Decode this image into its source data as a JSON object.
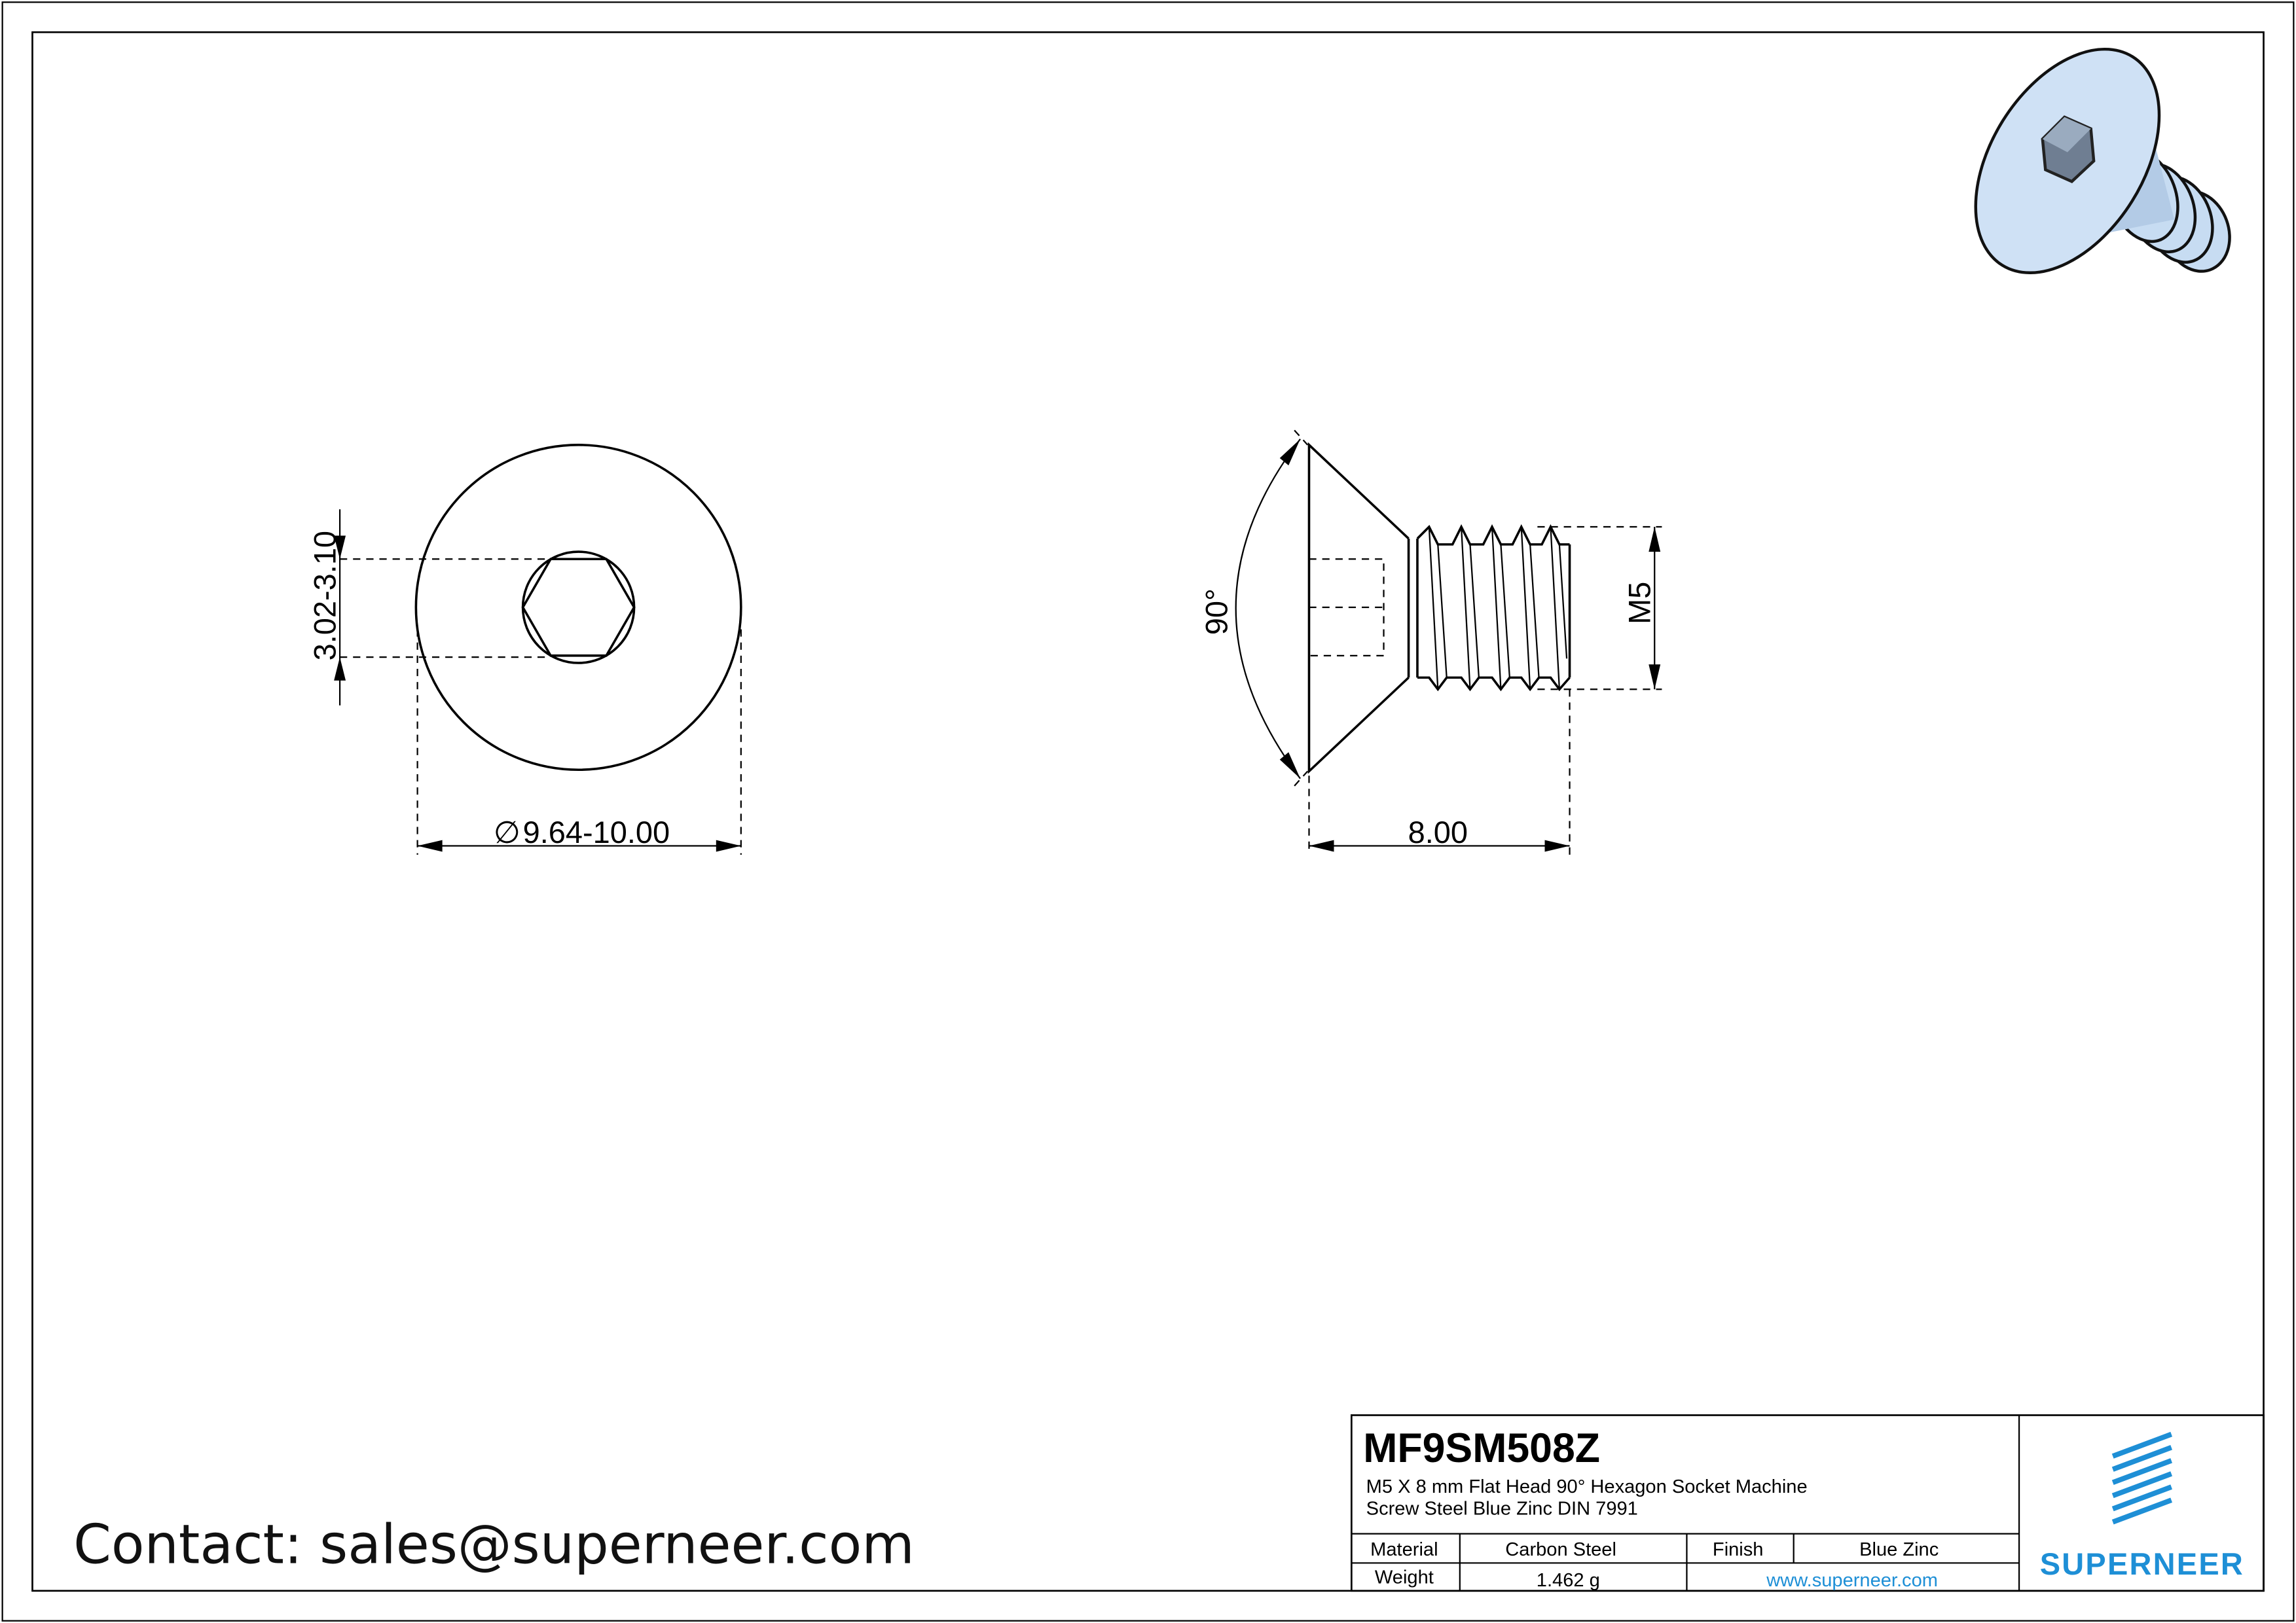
{
  "drawing": {
    "front_view": {
      "socket_dim": "3.02-3.10",
      "head_diameter_dim": "9.64-10.00",
      "diameter_symbol": "∅"
    },
    "side_view": {
      "angle_dim": "90°",
      "thread_dim": "M5",
      "length_dim": "8.00"
    }
  },
  "title_block": {
    "part_number": "MF9SM508Z",
    "description_line1": "M5 X 8 mm  Flat Head 90° Hexagon Socket Machine",
    "description_line2": "Screw Steel Blue Zinc DIN 7991",
    "material_label": "Material",
    "material_value": "Carbon Steel",
    "finish_label": "Finish",
    "finish_value": "Blue Zinc",
    "weight_label": "Weight",
    "weight_value": "1.462 g",
    "website": "www.superneer.com",
    "brand": "SUPERNEER"
  },
  "contact": "Contact: sales@superneer.com",
  "colors": {
    "brand_blue": "#1e8fd6",
    "render_blue": "#bcd4ee",
    "line": "#000000"
  }
}
